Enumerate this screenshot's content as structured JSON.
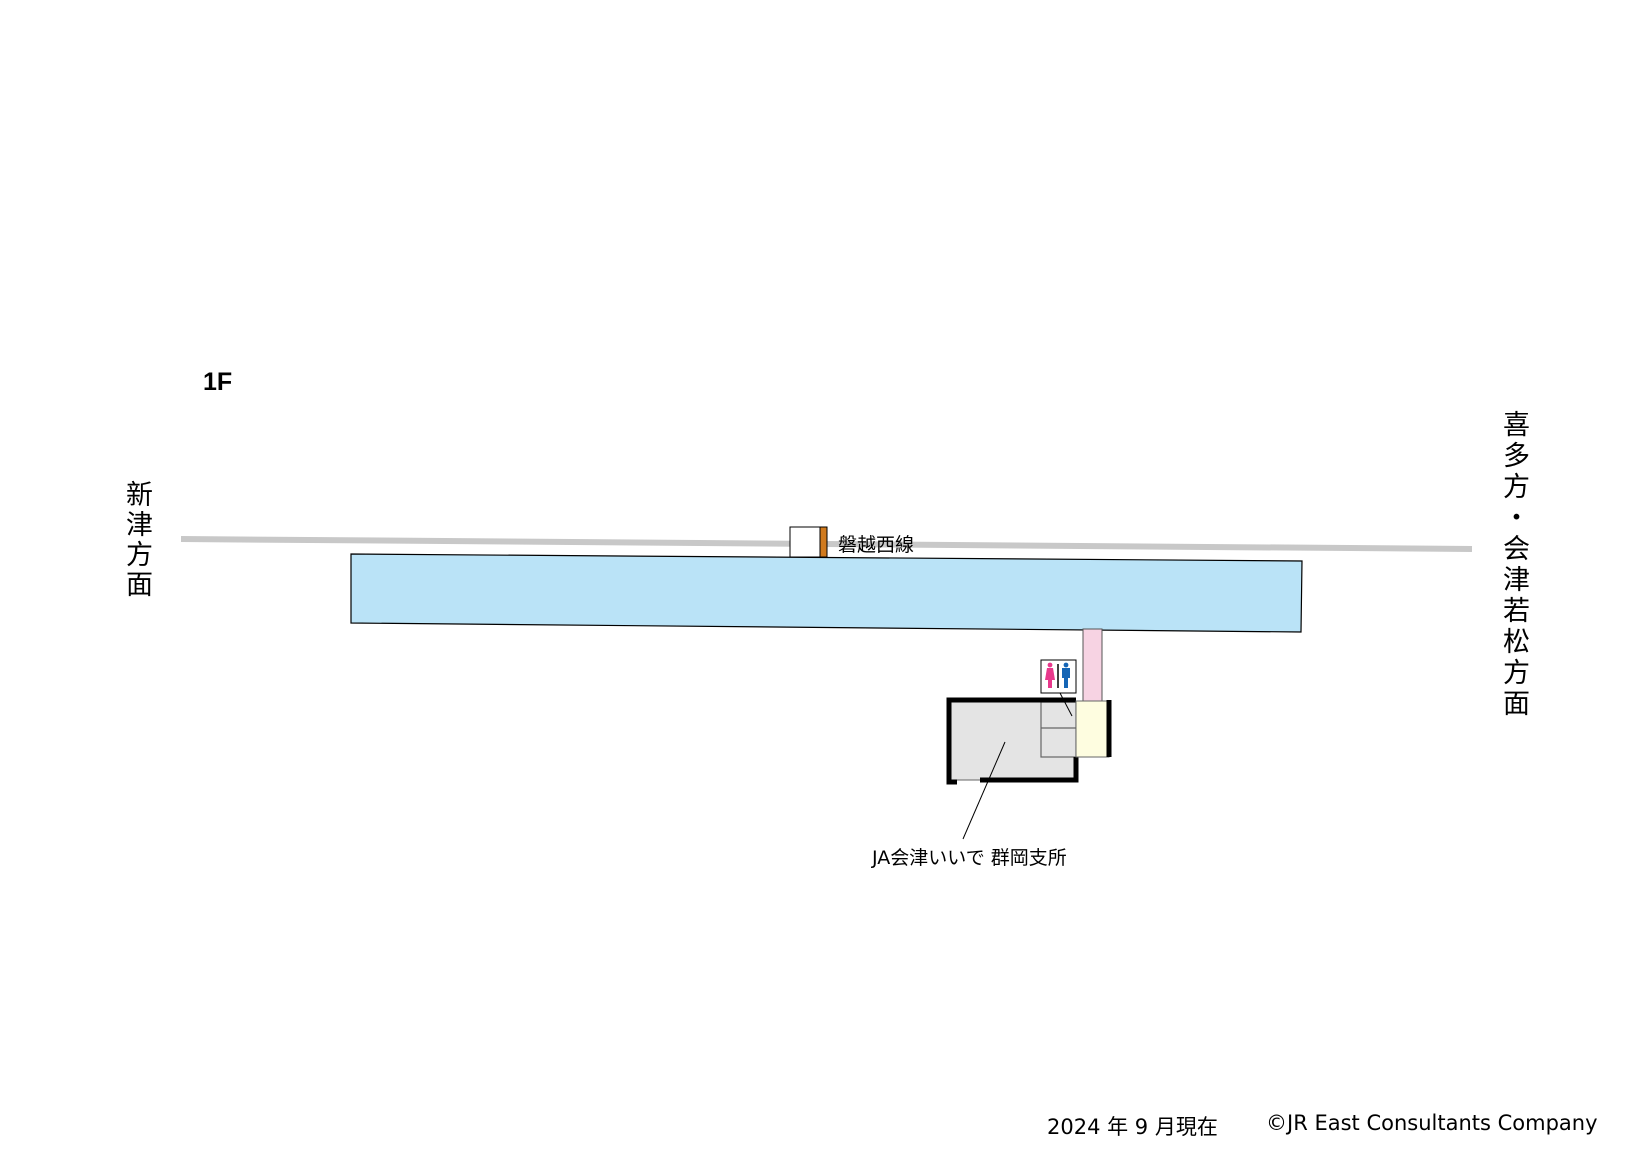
{
  "floor_label": "1F",
  "directions": {
    "left": "新津方面",
    "right": "喜多方・会津若松方面"
  },
  "line_name": "磐越西線",
  "facility_label": "JA会津いいで 群岡支所",
  "icons": {
    "toilet": "toilet-icon"
  },
  "colors": {
    "track": "#c8c8c8",
    "platform": "#bae3f7",
    "passage": "#f7d3e3",
    "entrance": "#fefde0",
    "building": "#e4e4e4",
    "sign_accent": "#d07a1e",
    "female": "#e8388c",
    "male": "#1565b5"
  },
  "footer": {
    "date": "2024 年 9 月現在",
    "copyright": "©JR East Consultants Company"
  }
}
